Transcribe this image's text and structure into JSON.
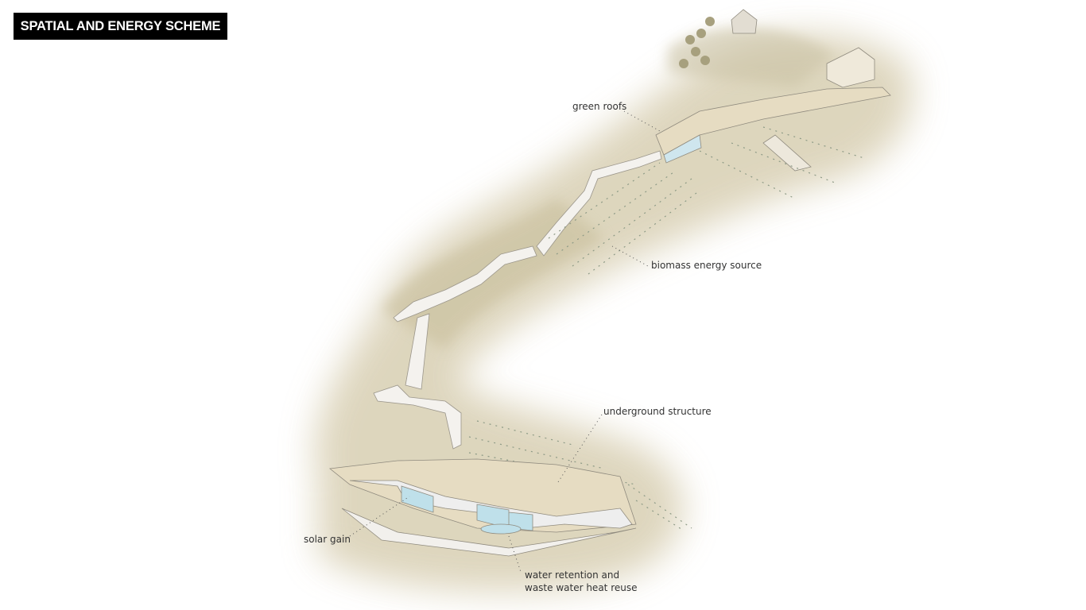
{
  "title": "SPATIAL AND ENERGY SCHEME",
  "labels": {
    "green_roofs": "green roofs",
    "biomass": "biomass energy source",
    "underground": "underground structure",
    "solar_gain": "solar gain",
    "water_line1": "water retention and",
    "water_line2": "waste water heat reuse"
  },
  "colors": {
    "terrain": "#d9d2b8",
    "glass": "#bfe0ea",
    "roof": "#e6dcc2"
  }
}
